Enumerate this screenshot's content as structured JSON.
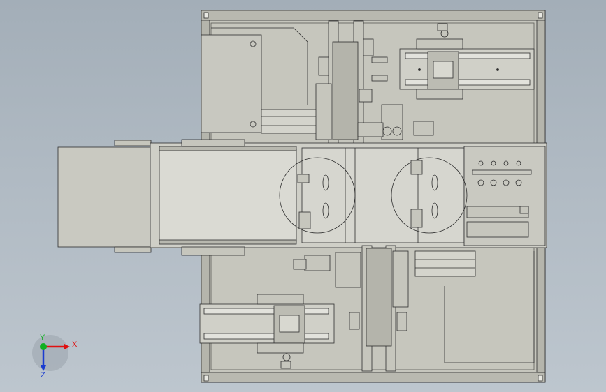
{
  "view": {
    "background_top": "#a3aeb8",
    "background_bottom": "#bdc6ce",
    "model_fill": "#c6c6bd",
    "model_stroke": "#2e2e2e"
  },
  "triad": {
    "x_label": "X",
    "y_label": "Y",
    "z_label": "Z",
    "x_color": "#e01010",
    "y_color": "#10b020",
    "z_color": "#1a3cd0"
  }
}
